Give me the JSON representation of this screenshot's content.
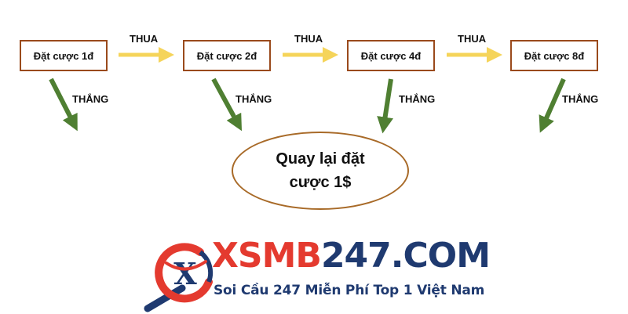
{
  "diagram": {
    "boxes": [
      "Đặt cược 1đ",
      "Đặt cược 2đ",
      "Đặt cược 4đ",
      "Đặt cược 8đ"
    ],
    "lose_label": "THUA",
    "win_label": "THẮNG",
    "reset_lines": [
      "Quay lại đặt",
      "cược 1$"
    ],
    "colors": {
      "box_border": "#9a4a1c",
      "lose_arrow": "#f5d45a",
      "win_arrow": "#4f7f32",
      "oval_border": "#a86a28"
    }
  },
  "logo": {
    "brand": "XSMB",
    "number": "247.COM",
    "tagline": "Soi Cầu 247 Miễn Phí Top 1 Việt Nam",
    "icon": "magnifier-x-icon",
    "colors": {
      "red": "#e43a2f",
      "navy": "#1f3a70"
    }
  }
}
